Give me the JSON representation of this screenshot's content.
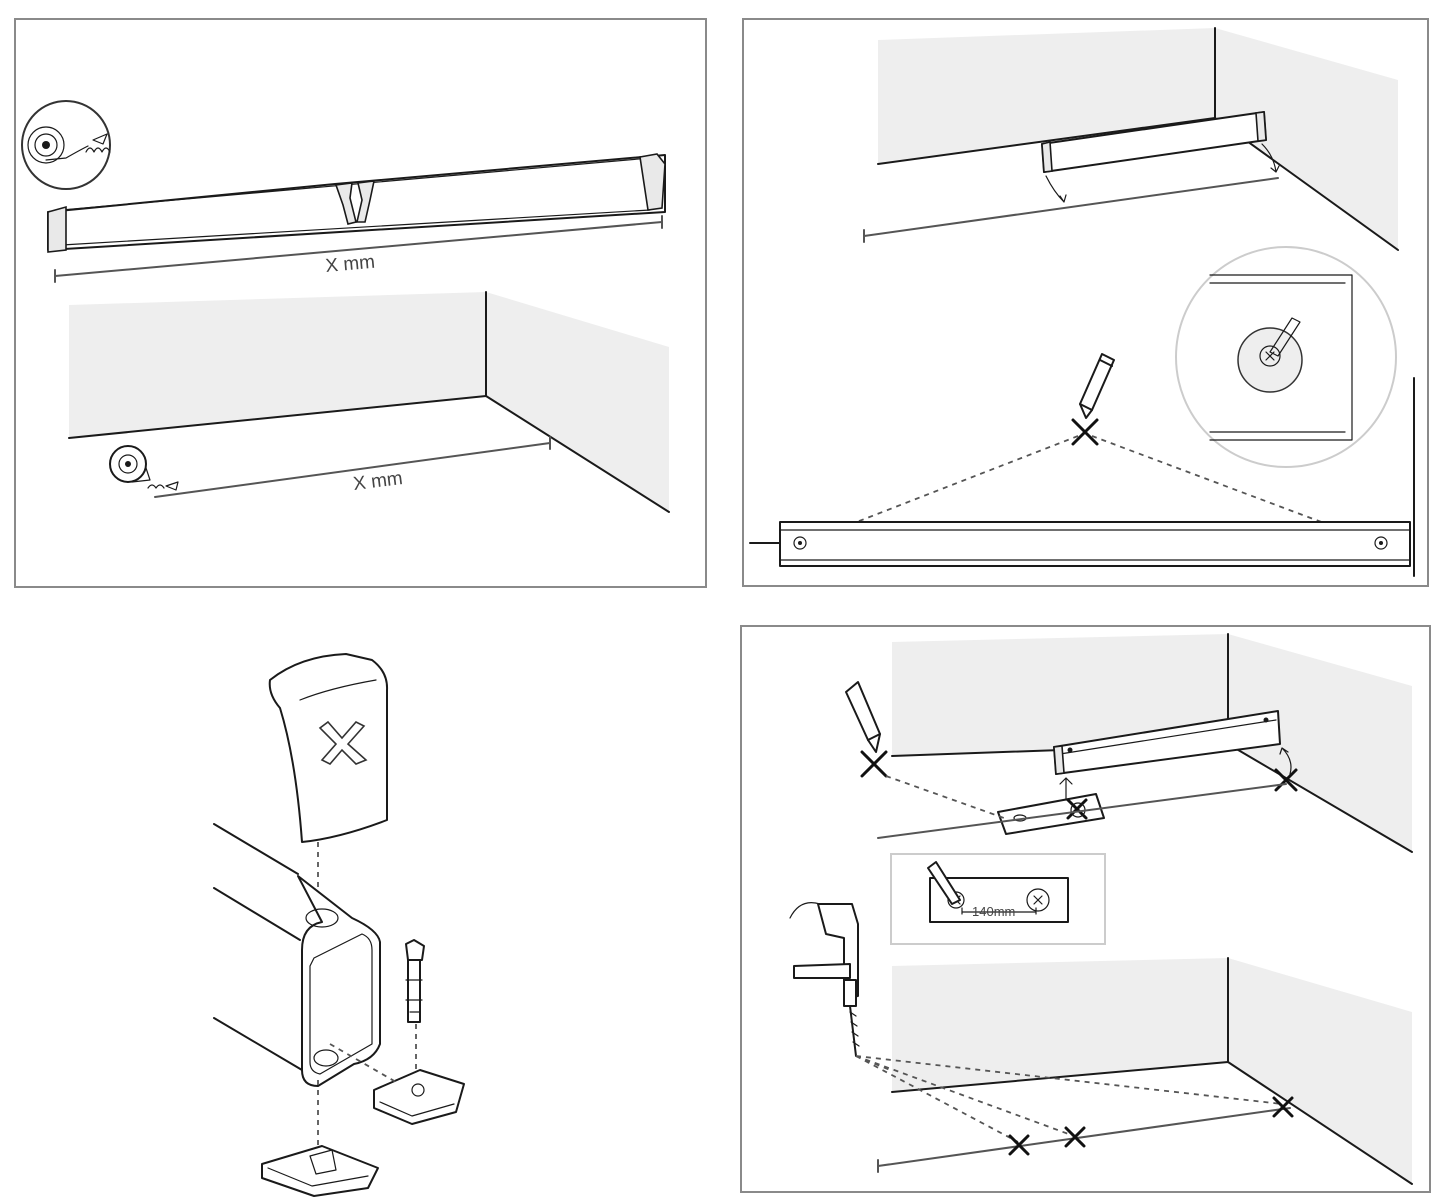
{
  "panel_top_left": {
    "bar_length_label": "X mm",
    "wall_length_label": "X mm",
    "tape_icon": "tape-measure-icon"
  },
  "panel_top_right": {
    "pencil_icon": "pencil-icon",
    "mark_icon": "cross-mark-icon"
  },
  "panel_bottom_left": {
    "end_cap_logo": "x-logo-icon",
    "anchor_icon": "anchor-bolt-icon"
  },
  "panel_bottom_right": {
    "hole_spacing_label": "140mm",
    "drill_icon": "drill-icon",
    "pencil_icon": "pencil-icon"
  },
  "colors": {
    "frame": "#8a8a8a",
    "wall": "#eeeeee",
    "ink": "#1a1a1a"
  }
}
